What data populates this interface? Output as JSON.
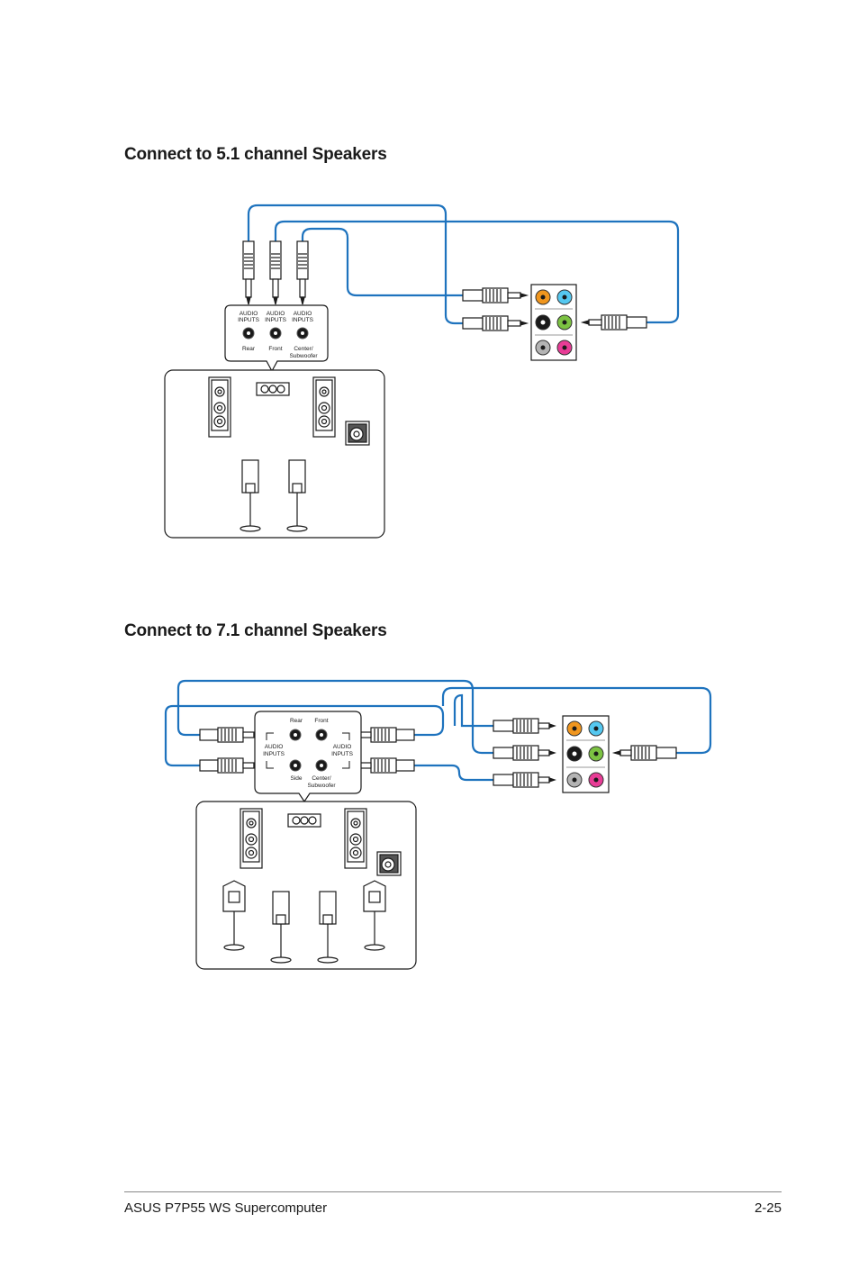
{
  "sections": [
    {
      "title": "Connect to 5.1 channel Speakers",
      "panel_labels": {
        "audio_inputs_line1": "AUDIO",
        "audio_inputs_line2": "INPUTS",
        "rear": "Rear",
        "front": "Front",
        "center_line1": "Center/",
        "center_line2": "Subwoofer"
      }
    },
    {
      "title": "Connect to 7.1 channel Speakers",
      "panel_labels": {
        "rear": "Rear",
        "front": "Front",
        "audio_inputs_line1": "AUDIO",
        "audio_inputs_line2": "INPUTS",
        "side": "Side",
        "center_line1": "Center/",
        "center_line2": "Subwoofer"
      }
    }
  ],
  "footer": {
    "left": "ASUS P7P55 WS Supercomputer",
    "right": "2-25"
  },
  "jack_colors": {
    "orange": "#f0961e",
    "lightblue": "#55c8f0",
    "black": "#1a1a1a",
    "green": "#7cc242",
    "gray": "#b4b4b4",
    "pink": "#e83c96"
  },
  "cable_color": "#1e73be"
}
